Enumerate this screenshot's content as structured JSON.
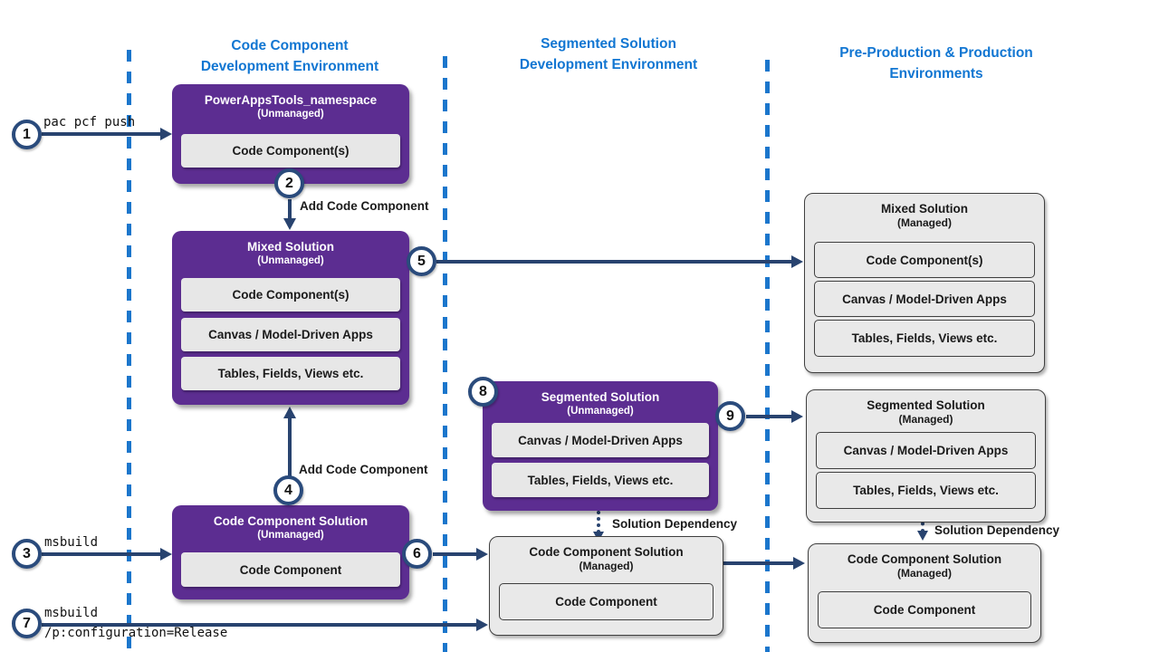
{
  "headers": {
    "col1": "Code Component\nDevelopment Environment",
    "col2": "Segmented Solution\nDevelopment Environment",
    "col3": "Pre-Production & Production\nEnvironments"
  },
  "badges": [
    "1",
    "2",
    "3",
    "4",
    "5",
    "6",
    "7",
    "8",
    "9"
  ],
  "boxes": {
    "powerapps_namespace": {
      "title": "PowerAppsTools_namespace",
      "subtitle": "(Unmanaged)",
      "items": [
        "Code Component(s)"
      ]
    },
    "mixed_unmanaged": {
      "title": "Mixed Solution",
      "subtitle": "(Unmanaged)",
      "items": [
        "Code Component(s)",
        "Canvas / Model-Driven Apps",
        "Tables, Fields, Views etc."
      ]
    },
    "code_component_unmanaged": {
      "title": "Code Component Solution",
      "subtitle": "(Unmanaged)",
      "items": [
        "Code Component"
      ]
    },
    "segmented_unmanaged": {
      "title": "Segmented Solution",
      "subtitle": "(Unmanaged)",
      "items": [
        "Canvas / Model-Driven Apps",
        "Tables, Fields, Views etc."
      ]
    },
    "mixed_managed": {
      "title": "Mixed Solution",
      "subtitle": "(Managed)",
      "items": [
        "Code Component(s)",
        "Canvas / Model-Driven Apps",
        "Tables, Fields, Views etc."
      ]
    },
    "segmented_managed": {
      "title": "Segmented Solution",
      "subtitle": "(Managed)",
      "items": [
        "Canvas / Model-Driven Apps",
        "Tables, Fields, Views etc."
      ]
    },
    "code_component_managed_mid": {
      "title": "Code Component Solution",
      "subtitle": "(Managed)",
      "items": [
        "Code Component"
      ]
    },
    "code_component_managed_right": {
      "title": "Code Component Solution",
      "subtitle": "(Managed)",
      "items": [
        "Code Component"
      ]
    }
  },
  "labels": {
    "step1_cmd": "pac pcf push",
    "step2_label": "Add Code Component",
    "step3_cmd": "msbuild",
    "step4_label": "Add Code Component",
    "step7_cmd_line1": "msbuild",
    "step7_cmd_line2": "/p:configuration=Release",
    "dependency_mid": "Solution Dependency",
    "dependency_right": "Solution Dependency"
  },
  "colors": {
    "accent_purple": "#5C2D91",
    "heading_blue": "#1176D2",
    "divider_blue": "#1B76CC",
    "arrow_navy": "#28436F",
    "circle_border_navy": "#2A4B7C",
    "box_gray": "#E7E7E7"
  }
}
